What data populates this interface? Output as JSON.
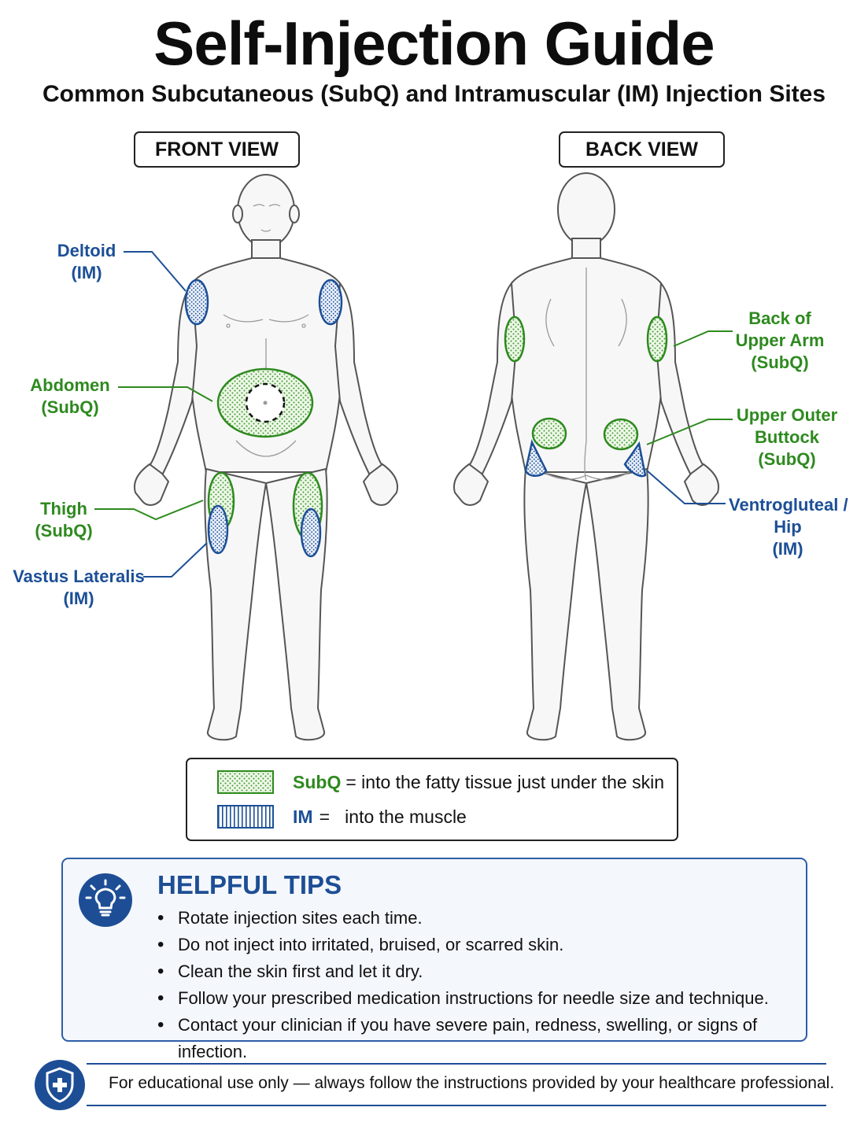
{
  "header": {
    "title": "Self-Injection Guide",
    "subtitle": "Common Subcutaneous (SubQ) and Intramuscular (IM) Injection Sites"
  },
  "views": {
    "front": "FRONT VIEW",
    "back": "BACK VIEW"
  },
  "sites": {
    "deltoid": {
      "name": "Deltoid",
      "type": "(IM)"
    },
    "abdomen": {
      "name": "Abdomen",
      "type": "(SubQ)"
    },
    "thigh": {
      "name": "Thigh",
      "type": "(SubQ)"
    },
    "vastus": {
      "name": "Vastus Lateralis",
      "type": "(IM)"
    },
    "back_arm": {
      "line1": "Back of",
      "line2": "Upper Arm",
      "type": "(SubQ)"
    },
    "buttock": {
      "line1": "Upper Outer",
      "line2": "Buttock",
      "type": "(SubQ)"
    },
    "ventro": {
      "line1": "Ventrogluteal /",
      "line2": "Hip",
      "type": "(IM)"
    }
  },
  "legend": {
    "subq_term": "SubQ",
    "subq_desc": "= into the fatty tissue just under the skin",
    "im_term": "IM",
    "im_desc": "=   into the muscle"
  },
  "tips": {
    "title": "HELPFUL TIPS",
    "items": [
      "Rotate injection sites each time.",
      "Do not inject into irritated, bruised, or scarred skin.",
      "Clean the skin first and let it dry.",
      "Follow your prescribed medication instructions for needle size and technique.",
      "Contact your clinician if you have severe pain, redness, swelling, or signs of infection."
    ]
  },
  "footer": {
    "text": "For educational use only — always follow the instructions provided by your healthcare professional."
  },
  "colors": {
    "subq_green": "#2e8a1f",
    "im_blue": "#1c4f96",
    "accent_navy": "#1d4e95"
  },
  "icons": {
    "tips": "lightbulb-icon",
    "footer": "shield-plus-icon"
  }
}
